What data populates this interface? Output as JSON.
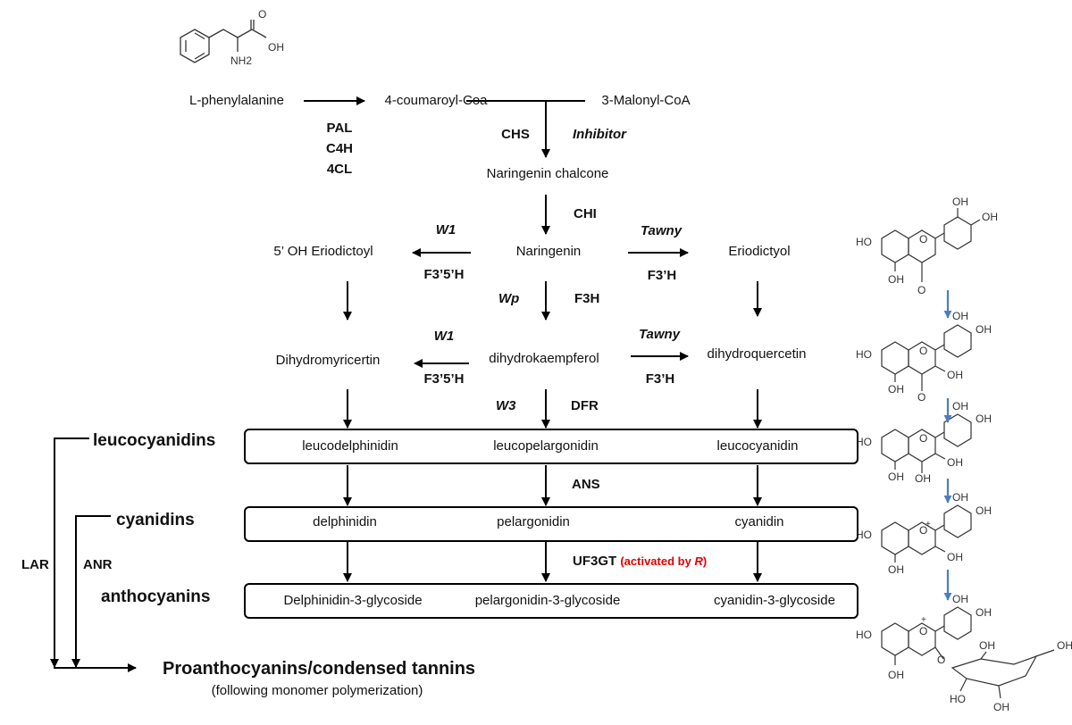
{
  "molecules": {
    "phe": {
      "oh": "OH",
      "o": "O",
      "nh2": "NH2"
    },
    "eriodictyol_struct": {
      "oh1": "OH",
      "oh2": "OH",
      "ho": "HO",
      "o": "O",
      "oh3": "OH",
      "o2": "O"
    },
    "dihydroquercetin_struct": {
      "oh1": "OH",
      "oh2": "OH",
      "ho": "HO",
      "o": "O",
      "oh3": "OH",
      "oh4": "OH",
      "o2": "O"
    },
    "leucocyanidin_struct": {
      "oh1": "OH",
      "oh2": "OH",
      "ho": "HO",
      "o": "O",
      "oh3": "OH",
      "oh4": "OH",
      "oh5": "OH"
    },
    "cyanidin_struct": {
      "oh1": "OH",
      "oh2": "OH",
      "ho": "HO",
      "o": "O",
      "plus": "+",
      "oh3": "OH",
      "oh4": "OH"
    },
    "glycoside_struct": {
      "oh1": "OH",
      "oh2": "OH",
      "ho": "HO",
      "o": "O",
      "plus": "+",
      "oh3": "OH",
      "oh4": "OH",
      "oh5": "OH",
      "oh6": "OH",
      "ho2": "HO",
      "o2": "O"
    }
  },
  "compounds": {
    "phenylalanine": "L-phenylalanine",
    "coumaroyl": "4-coumaroyl-Coa",
    "malonyl": "3-Malonyl-CoA",
    "chalcone": "Naringenin chalcone",
    "naringenin": "Naringenin",
    "oh_eriodictoyl": "5’ OH Eriodictoyl",
    "eriodictyol": "Eriodictyol",
    "dihydromyricertin": "Dihydromyricertin",
    "dihydrokaempferol": "dihydrokaempferol",
    "dihydroquercetin": "dihydroquercetin",
    "leucodelphinidin": "leucodelphinidin",
    "leucopelargonidin": "leucopelargonidin",
    "leucocyanidin": "leucocyanidin",
    "delphinidin": "delphinidin",
    "pelargonidin": "pelargonidin",
    "cyanidin": "cyanidin",
    "delphinidin_glycoside": "Delphinidin-3-glycoside",
    "pelargonidin_glycoside": "pelargonidin-3-glycoside",
    "cyanidin_glycoside": "cyanidin-3-glycoside",
    "proanthocyanins": "Proanthocyanins/condensed tannins",
    "proanthocyanins_note": "(following monomer polymerization)"
  },
  "enzymes": {
    "pal": "PAL",
    "c4h": "C4H",
    "c4l": "4CL",
    "chs": "CHS",
    "inhibitor": "Inhibitor",
    "chi": "CHI",
    "w1_a": "W1",
    "f35h_a": "F3’5’H",
    "tawny_a": "Tawny",
    "f3h_a": "F3’H",
    "wp": "Wp",
    "f3h": "F3H",
    "w1_b": "W1",
    "f35h_b": "F3’5’H",
    "tawny_b": "Tawny",
    "f3h_b": "F3’H",
    "w3": "W3",
    "dfr": "DFR",
    "ans": "ANS",
    "uf3gt": "UF3GT",
    "uf3gt_note": "(activated by ",
    "r": "R",
    "close_paren": ")",
    "lar": "LAR",
    "anr": "ANR"
  },
  "classes": {
    "leucocyanidins": "leucocyanidins",
    "cyanidins": "cyanidins",
    "anthocyanins": "anthocyanins"
  },
  "colors": {
    "arrow": "#000000",
    "struct_arrow": "#4a7fc1",
    "activator": "#e00000"
  }
}
